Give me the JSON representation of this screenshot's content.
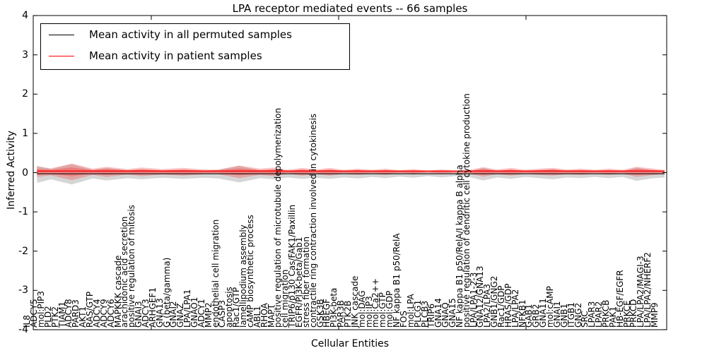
{
  "chart_data": {
    "type": "line",
    "title": "LPA receptor mediated events -- 66 samples",
    "xlabel": "Cellular Entities",
    "ylabel": "Inferred Activity",
    "ylim": [
      -4,
      4
    ],
    "yticks": [
      4,
      3,
      2,
      1,
      0,
      -1,
      -2,
      -3,
      -4
    ],
    "grid": false,
    "legend_position": "upper left",
    "x_categories": [
      "IL8",
      "ADCY5",
      "mol:PIP3",
      "PLD2",
      "PTK2",
      "TIAM1",
      "ADCY8",
      "PARD3",
      "AKT1",
      "RAS/GTP",
      "ADCY4",
      "ADCY9",
      "ADCY6",
      "MAPKKK cascade",
      "arachidonic acid secretion",
      "positive regulation of mitosis",
      "GNAI3",
      "ADCY3",
      "ARHGEF1",
      "GNA13",
      "G (beta/gamma)",
      "GNAI2",
      "GNAZ",
      "LPA/LPA1",
      "GNAO1",
      "ADCY1",
      "MMP2",
      "endothelial cell migration",
      "CASP3",
      "apoptosis",
      "Rac1/GTP",
      "lamellipodium assembly",
      "cAMP biosynthetic process",
      "ABL1",
      "RHOA",
      "MAPT",
      "positive regulation of microtubule depolymerization",
      "cell migration",
      "TRIP6/p130 Cas/FAK1/Paxillin",
      "EGFR/PI3K-beta/Gab1",
      "stress fiber formation",
      "contractile ring contraction involved in cytokinesis",
      "GSK3B",
      "HBEGF",
      "PI3K-beta",
      "PAR3B",
      "PTK2B",
      "JNK cascade",
      "mol:DAG",
      "mol:IP3",
      "mol:Ca2++",
      "mol:GTP",
      "mol:GDP",
      "NF kappa B1 p50/RelA",
      "FOS",
      "mol:LPA",
      "PLCG1",
      "PLCB3",
      "TRIP6",
      "GNA14",
      "GNAQ",
      "GNA15",
      "NF kappa B1 p50/RelA/I kappa B alpha",
      "positive regulation of dendritic cell cytokine production",
      "LPA/LPA1-2-3",
      "GNA12/GNA13",
      "LPA2/LPA3",
      "GNB1/GNG2",
      "Rac1/GDP",
      "HRAS/GDP",
      "LPA/LPA2",
      "NFKB1",
      "GAB1",
      "GRB2",
      "GNA11",
      "mol:cAMP",
      "GNAI1",
      "GNB1",
      "ITGB1",
      "GNG2",
      "SRC",
      "LPAR3",
      "LPAR2",
      "PRKCB",
      "PAK1",
      "HB-EGF/EGFR",
      "PRKCE",
      "PRKCD",
      "LPA/LPA2/MAGI-3",
      "LPA/LPA2/NHERF2",
      "MMP9"
    ],
    "series": [
      {
        "name": "Mean activity in all permuted samples",
        "color": "#000000",
        "mean_value": -0.03,
        "style": "solid"
      },
      {
        "name": "Mean activity in patient samples",
        "color": "#ff0000",
        "mean_value": 0.04,
        "style": "solid"
      }
    ],
    "bands": {
      "note": "shaded uncertainty regions around the mean lines; points = [entity_index, patient_halfwidth, permuted_halfwidth] in activity units",
      "red_color": "#ff2a2a",
      "gray_color": "#999999",
      "red_center": 0.02,
      "gray_center": -0.04,
      "points": [
        [
          0,
          0.13,
          0.22
        ],
        [
          2,
          0.09,
          0.13
        ],
        [
          5,
          0.21,
          0.26
        ],
        [
          8,
          0.08,
          0.11
        ],
        [
          10,
          0.13,
          0.16
        ],
        [
          13,
          0.07,
          0.1
        ],
        [
          15,
          0.11,
          0.13
        ],
        [
          18,
          0.07,
          0.09
        ],
        [
          21,
          0.1,
          0.12
        ],
        [
          24,
          0.06,
          0.09
        ],
        [
          26,
          0.06,
          0.11
        ],
        [
          29,
          0.16,
          0.21
        ],
        [
          32,
          0.08,
          0.1
        ],
        [
          34,
          0.11,
          0.13
        ],
        [
          36,
          0.05,
          0.08
        ],
        [
          38,
          0.1,
          0.12
        ],
        [
          40,
          0.06,
          0.09
        ],
        [
          42,
          0.1,
          0.12
        ],
        [
          44,
          0.05,
          0.08
        ],
        [
          46,
          0.08,
          0.11
        ],
        [
          48,
          0.05,
          0.07
        ],
        [
          50,
          0.08,
          0.1
        ],
        [
          52,
          0.04,
          0.06
        ],
        [
          54,
          0.07,
          0.09
        ],
        [
          56,
          0.03,
          0.05
        ],
        [
          58,
          0.06,
          0.08
        ],
        [
          60,
          0.03,
          0.05
        ],
        [
          62,
          0.05,
          0.07
        ],
        [
          64,
          0.12,
          0.16
        ],
        [
          66,
          0.06,
          0.08
        ],
        [
          68,
          0.1,
          0.12
        ],
        [
          70,
          0.05,
          0.07
        ],
        [
          72,
          0.08,
          0.1
        ],
        [
          74,
          0.1,
          0.13
        ],
        [
          76,
          0.06,
          0.08
        ],
        [
          78,
          0.08,
          0.1
        ],
        [
          80,
          0.05,
          0.07
        ],
        [
          82,
          0.08,
          0.1
        ],
        [
          84,
          0.05,
          0.07
        ],
        [
          86,
          0.13,
          0.17
        ],
        [
          88,
          0.09,
          0.11
        ],
        [
          90,
          0.05,
          0.08
        ]
      ]
    }
  }
}
